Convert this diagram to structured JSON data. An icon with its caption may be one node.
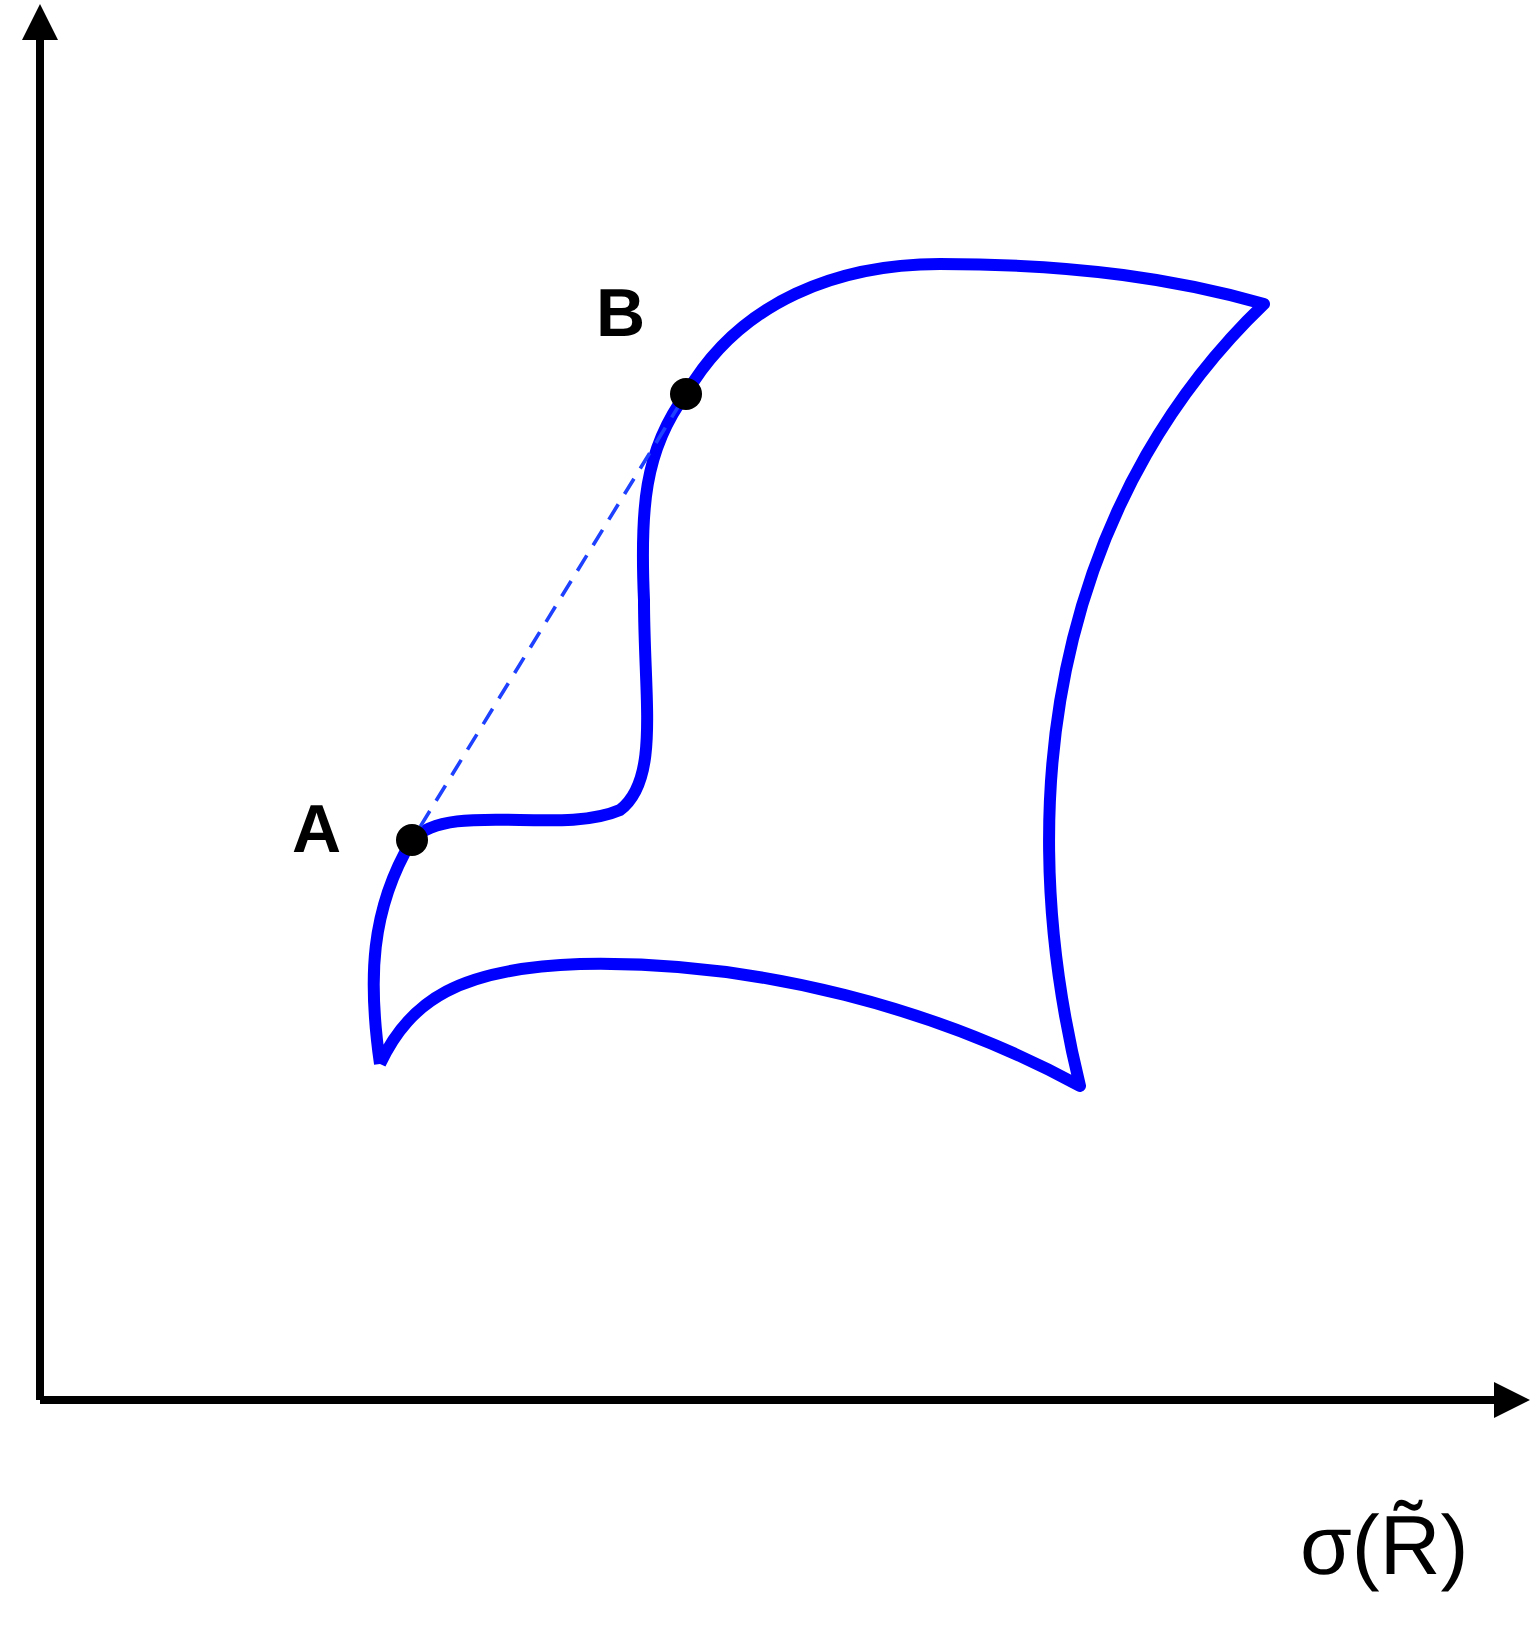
{
  "diagram": {
    "nodes": [
      {
        "text": [],
        "shape": "circle",
        "beside": [
          "A"
        ]
      },
      {
        "text": [],
        "shape": "circle",
        "beside": [
          "B"
        ]
      }
    ],
    "edges": [
      {
        "from": 0,
        "to": 1,
        "arrow": "none",
        "style": "dashed"
      }
    ],
    "labels": [
      "σ(R̃)"
    ]
  }
}
